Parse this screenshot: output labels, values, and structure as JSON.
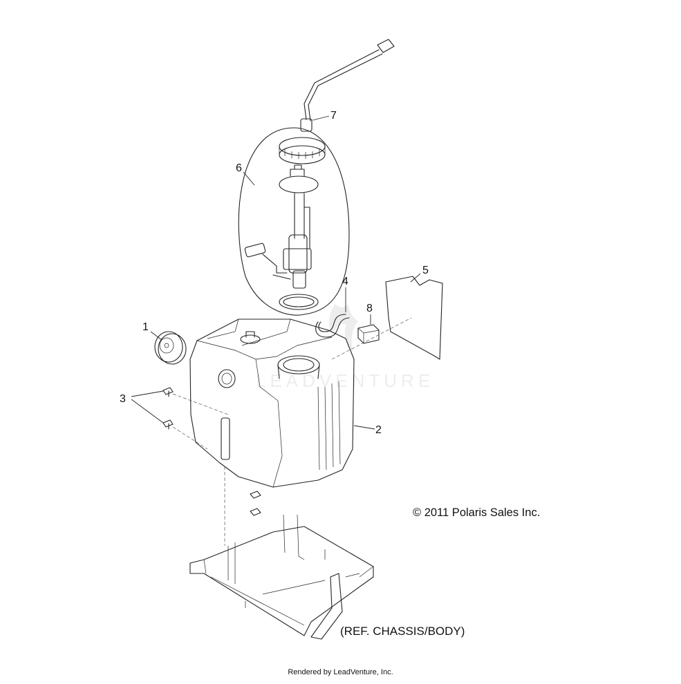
{
  "diagram": {
    "callouts": [
      "1",
      "2",
      "3",
      "4",
      "5",
      "6",
      "7",
      "8"
    ],
    "copyright": "© 2011 Polaris Sales Inc.",
    "reference_note": "(REF. CHASSIS/BODY)",
    "footer": "Rendered by LeadVenture, Inc.",
    "watermark": "LEADVENTURE"
  },
  "colors": {
    "line": "#222222",
    "background": "#ffffff",
    "watermark": "#e6e6e6"
  }
}
